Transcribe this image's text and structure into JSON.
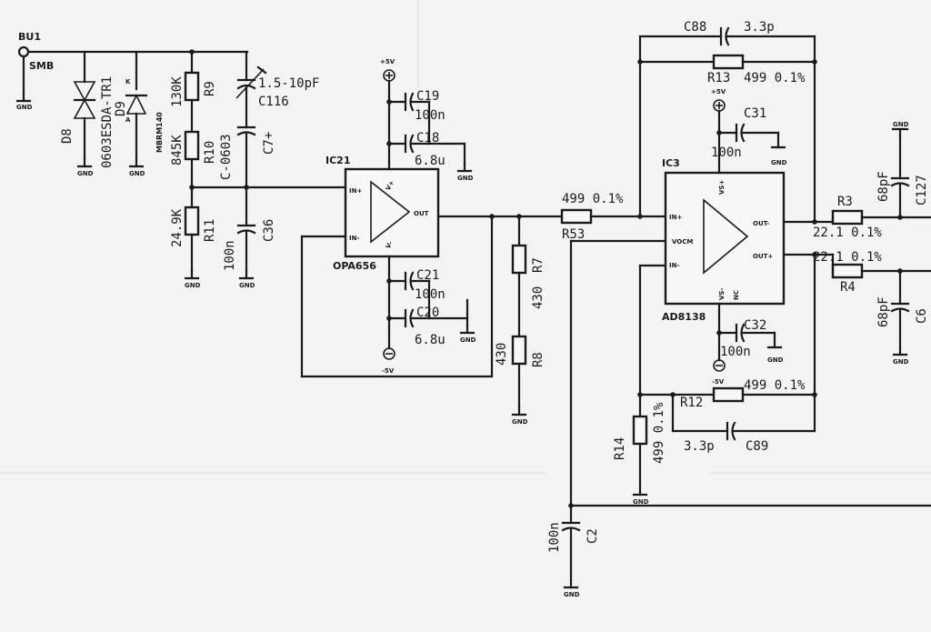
{
  "connector": {
    "name": "BU1",
    "type": "SMB"
  },
  "gnd": "GND",
  "rails": {
    "pos": "+5V",
    "neg": "-5V"
  },
  "d8": {
    "ref": "D8",
    "value": "0603ESDA-TR1"
  },
  "d9": {
    "ref": "D9",
    "value": "MBRM140",
    "a": "A",
    "k": "K"
  },
  "r9": {
    "ref": "R9",
    "value": "130K"
  },
  "r10": {
    "ref": "R10",
    "value": "845K"
  },
  "r11": {
    "ref": "R11",
    "value": "24.9K"
  },
  "c116": {
    "ref": "C116",
    "value": "1.5-10pF"
  },
  "c7": {
    "ref": "C7+",
    "value": "C-0603"
  },
  "c36": {
    "ref": "C36",
    "value": "100n"
  },
  "ic21": {
    "ref": "IC21",
    "part": "OPA656",
    "in_p": "IN+",
    "in_n": "IN-",
    "out": "OUT",
    "vp": "V+",
    "vn": "V-"
  },
  "c19": {
    "ref": "C19",
    "value": "100n"
  },
  "c18": {
    "ref": "C18",
    "value": "6.8u"
  },
  "c21": {
    "ref": "C21",
    "value": "100n"
  },
  "c20": {
    "ref": "C20",
    "value": "6.8u"
  },
  "r7": {
    "ref": "R7",
    "value": "430"
  },
  "r8": {
    "ref": "R8",
    "value": "430"
  },
  "r53": {
    "ref": "R53",
    "value": "499  0.1%"
  },
  "c88": {
    "ref": "C88",
    "value": "3.3p"
  },
  "r13": {
    "ref": "R13",
    "value": "499  0.1%"
  },
  "c31": {
    "ref": "C31",
    "value": "100n"
  },
  "ic3": {
    "ref": "IC3",
    "part": "AD8138",
    "in_p": "IN+",
    "vocm": "VOCM",
    "in_n": "IN-",
    "out_n": "OUT-",
    "out_p": "OUT+",
    "vsp": "VS+",
    "vsn": "VS-",
    "nc": "NC"
  },
  "c32": {
    "ref": "C32",
    "value": "100n"
  },
  "r12": {
    "ref": "R12",
    "value": "499  0.1%"
  },
  "r14": {
    "ref": "R14",
    "value": "499  0.1%"
  },
  "c89": {
    "ref": "C89",
    "value": "3.3p"
  },
  "c2": {
    "ref": "C2",
    "value": "100n"
  },
  "r3": {
    "ref": "R3",
    "value": "22.1  0.1%"
  },
  "r4": {
    "ref": "R4",
    "value": "22.1  0.1%"
  },
  "c127": {
    "ref": "C127",
    "value": "68pF"
  },
  "c6": {
    "ref": "C6",
    "value": "68pF"
  }
}
